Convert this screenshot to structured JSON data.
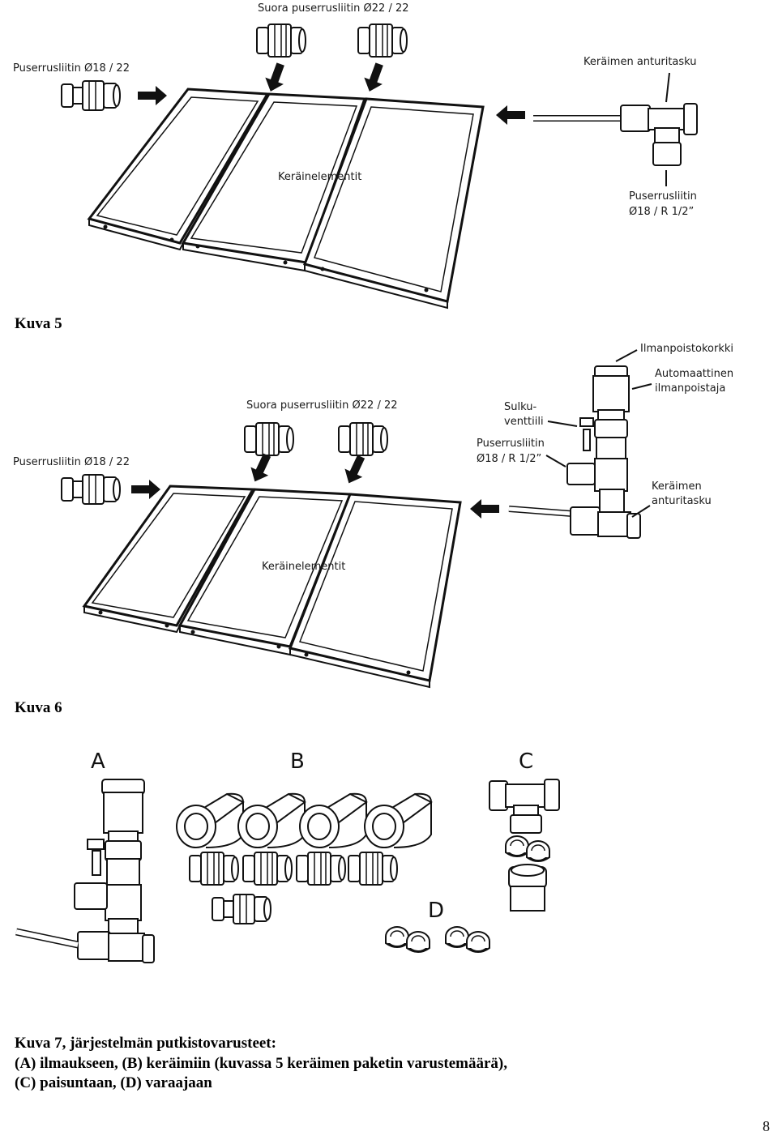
{
  "figure5": {
    "label_top": "Suora puserrusliitin Ø22 / 22",
    "label_left": "Puserrusliitin Ø18 / 22",
    "label_right": "Keräimen anturitasku",
    "label_panels": "Keräinelementit",
    "label_bottom_right_1": "Puserrusliitin",
    "label_bottom_right_2": "Ø18 / R 1/2”",
    "caption": "Kuva 5"
  },
  "figure6": {
    "label_top": "Suora puserrusliitin Ø22 / 22",
    "label_left": "Puserrusliitin Ø18 / 22",
    "label_panels": "Keräinelementit",
    "label_cap": "Ilmanpoistokorkki",
    "label_vent_1": "Automaattinen",
    "label_vent_2": "ilmanpoistaja",
    "label_valve_1": "Sulku-",
    "label_valve_2": "venttiili",
    "label_fitting_1": "Puserrusliitin",
    "label_fitting_2": "Ø18 / R 1/2”",
    "label_sensor_1": "Keräimen",
    "label_sensor_2": "anturitasku",
    "caption": "Kuva 6"
  },
  "figure7": {
    "letter_a": "A",
    "letter_b": "B",
    "letter_c": "C",
    "letter_d": "D",
    "caption_line1": "Kuva 7, järjestelmän putkistovarusteet:",
    "caption_line2": "(A) ilmaukseen, (B) keräimiin (kuvassa 5 keräimen paketin varustemäärä),",
    "caption_line3": "(C) paisuntaan, (D) varaajaan"
  },
  "page_number": "8"
}
